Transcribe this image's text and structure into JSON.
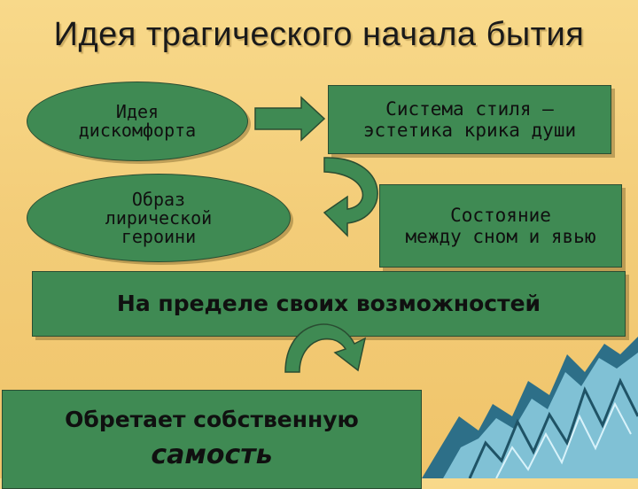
{
  "title": "Идея трагического начала бытия",
  "nodes": {
    "idea_discomfort": "Идея\nдискомфорта",
    "image_heroine": "Образ\nлирической\nгероини",
    "style_system": "Система стиля –\nэстетика крика души",
    "state_between": "Состояние\nмежду сном и явью",
    "on_the_edge": "На пределе своих возможностей",
    "result_line1": "Обретает собственную",
    "result_line2": "самость"
  },
  "colors": {
    "background": "#f3cd79",
    "node_fill": "#3f8a53",
    "node_border": "#2a4d32",
    "arrow_fill": "#3f8a53",
    "mountain_light": "#8fd0e3",
    "mountain_dark": "#2d6f88"
  }
}
